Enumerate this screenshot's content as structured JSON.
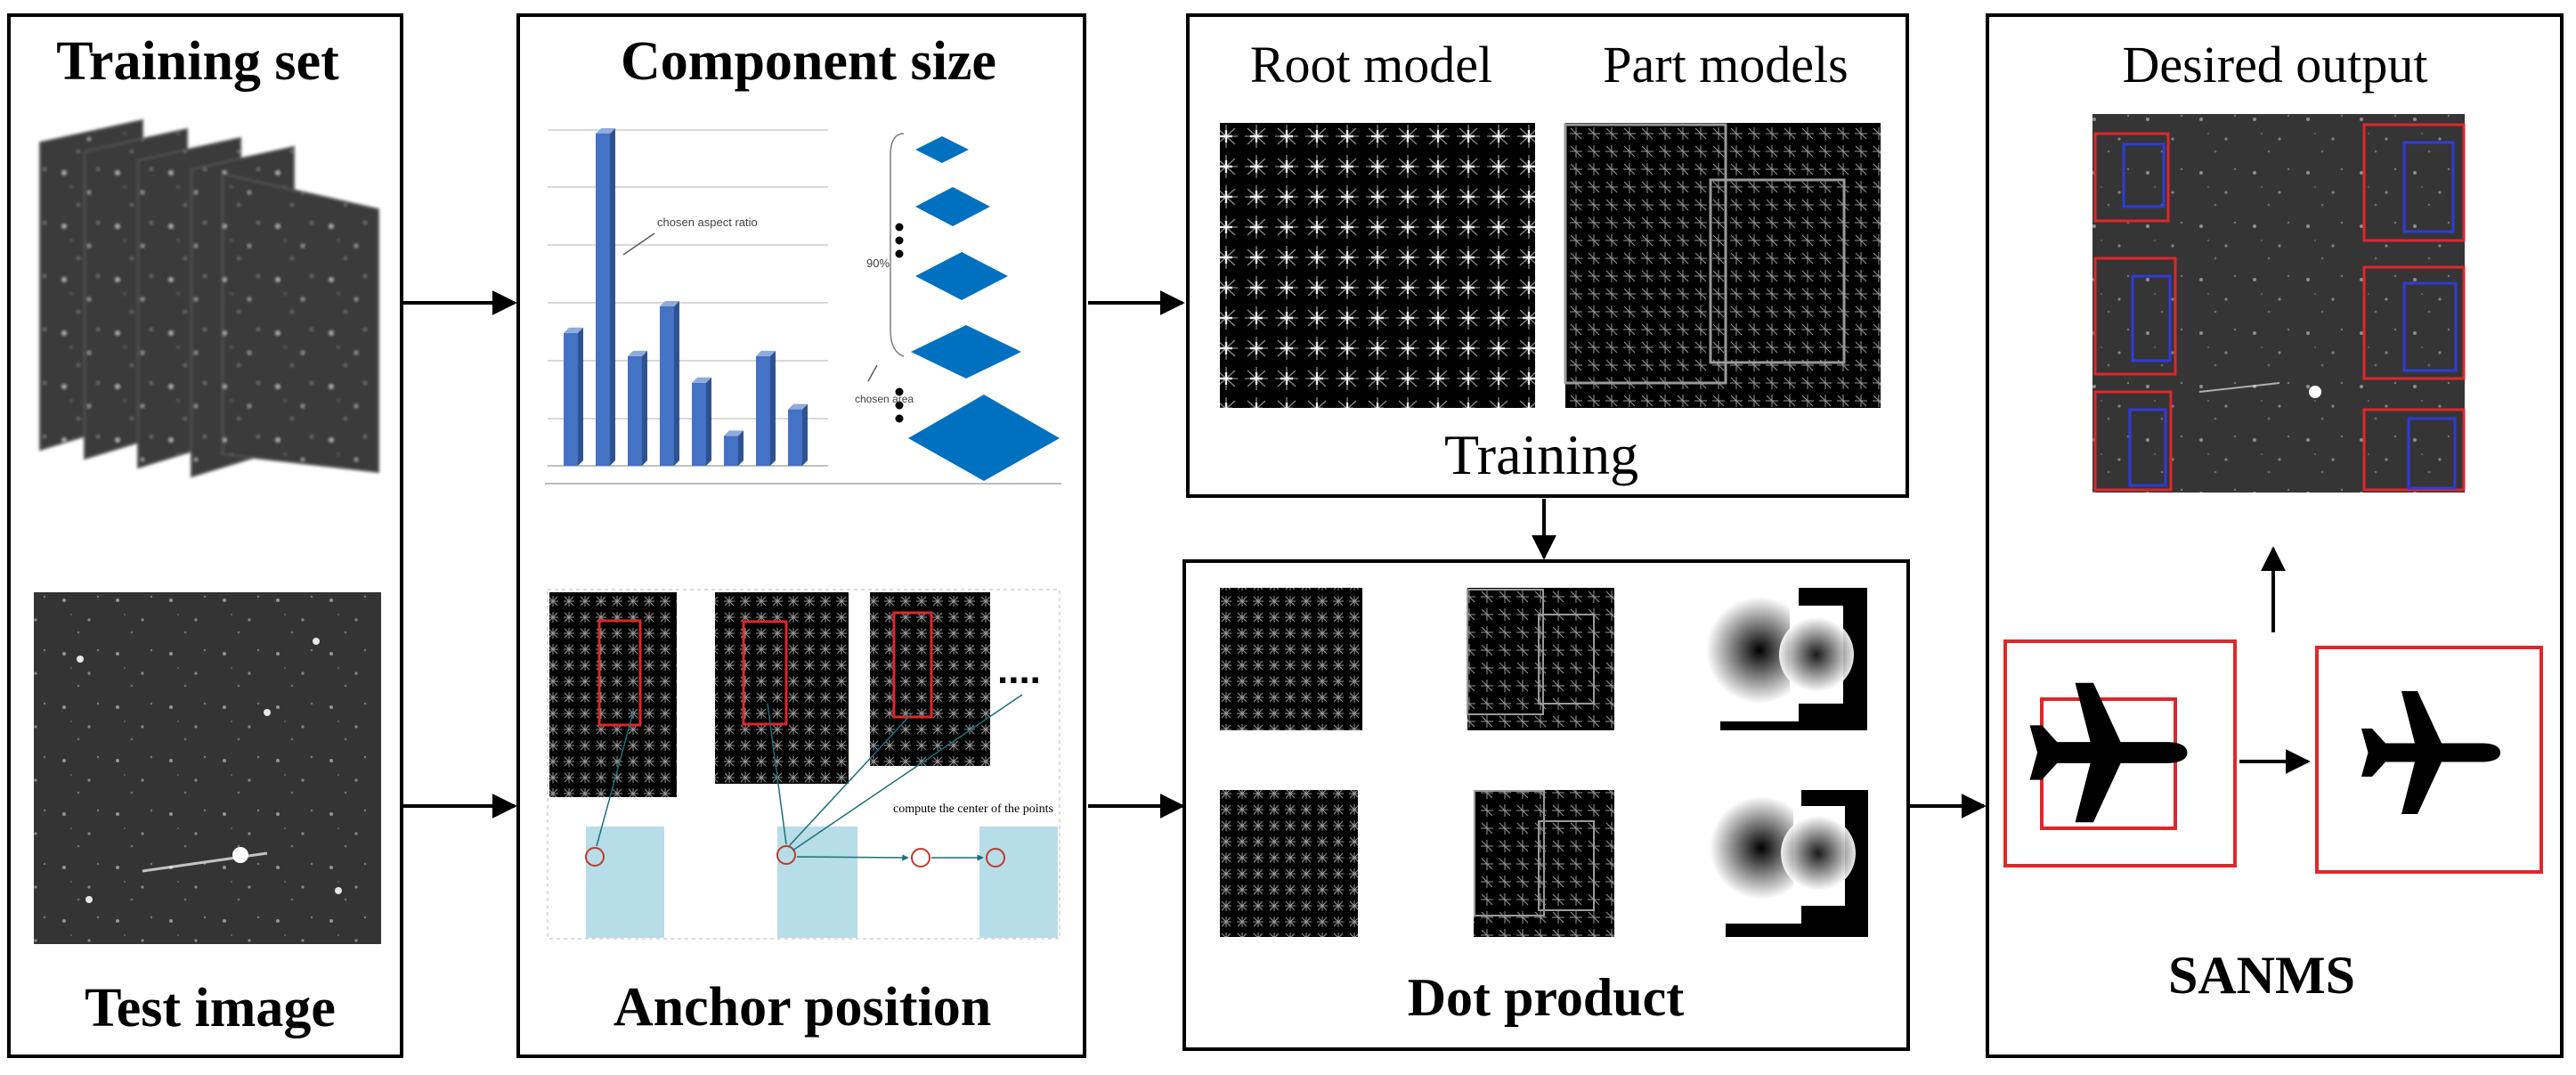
{
  "panels": {
    "data": {
      "training_title": "Training set",
      "test_title": "Test image"
    },
    "anchor": {
      "top_title": "Component size",
      "bottom_title": "Anchor position",
      "bar_annotation": "chosen aspect ratio",
      "percent_annotation": "90%",
      "area_annotation": "chosen area",
      "center_annotation": "compute the center of the points",
      "ellipsis": "...."
    },
    "training": {
      "root_label": "Root model",
      "part_label": "Part models",
      "caption": "Training"
    },
    "dot": {
      "title": "Dot product"
    },
    "output": {
      "title": "Desired output",
      "method": "SANMS"
    }
  },
  "bar_values": [
    0.4,
    1.0,
    0.33,
    0.48,
    0.25,
    0.09,
    0.33,
    0.17
  ],
  "colors": {
    "bar_blue": "#4472c4",
    "diamond_blue": "#0070c0",
    "light_blue": "#b7dde8",
    "box_red": "#e0262b",
    "det_blue": "#2f3cd8"
  },
  "icons": [
    "airplane-icon",
    "arrow-right-icon",
    "arrow-up-icon",
    "arrow-down-icon"
  ]
}
